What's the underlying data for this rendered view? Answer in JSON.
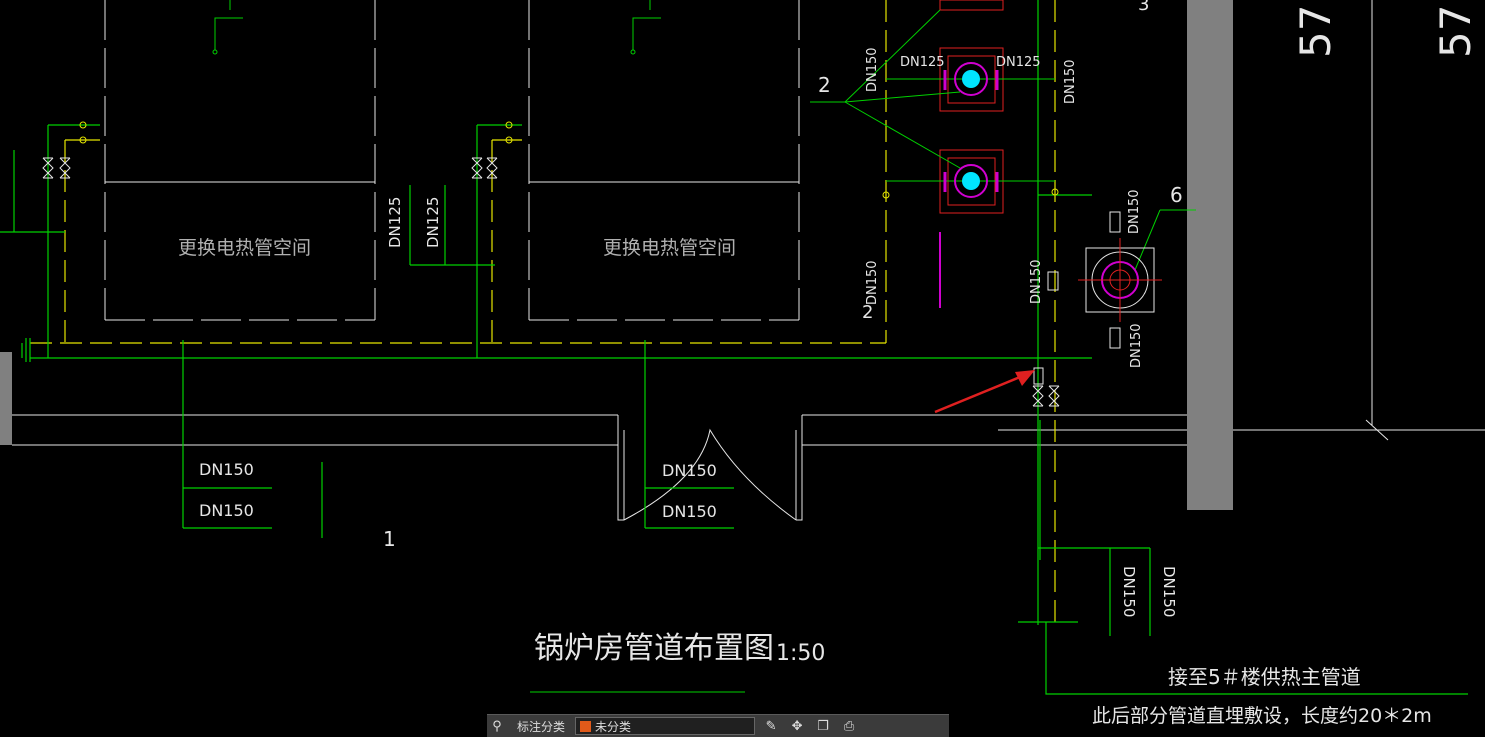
{
  "drawing": {
    "title": "锅炉房管道布置图",
    "scale": "1:50",
    "room_label_left": "更换电热管空间",
    "room_label_right": "更换电热管空间",
    "pipe_labels": {
      "dn150": "DN150",
      "dn125": "DN125"
    },
    "callouts": [
      "1",
      "2",
      "2",
      "3",
      "6"
    ],
    "note_line1": "接至5＃楼供热主管道",
    "note_line2": "此后部分管道直埋敷设，长度约20＊2m",
    "dim_text": "57"
  },
  "toolbar": {
    "label": "标注分类",
    "selected": "未分类",
    "swatch_color": "#e05a1a"
  },
  "colors": {
    "pipe_green": "#00d000",
    "pipe_yellow": "#e6e600",
    "wall_white": "#e6e6e6",
    "accent_red": "#e02020",
    "pump_cyan": "#00e5ff",
    "pump_magenta": "#d000d0",
    "column_gray": "#808080"
  }
}
